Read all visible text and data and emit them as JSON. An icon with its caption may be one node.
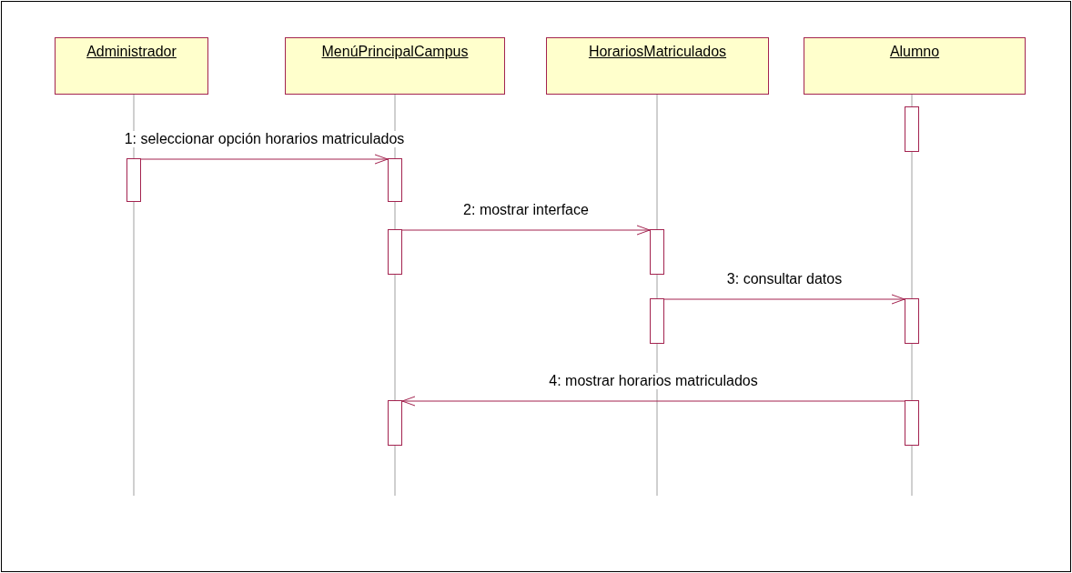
{
  "diagram": {
    "nodes": [
      {
        "text": [
          "Administrador"
        ]
      },
      {
        "text": [
          "MenúPrincipalCampus"
        ]
      },
      {
        "text": [
          "HorariosMatriculados"
        ]
      },
      {
        "text": [
          "Alumno"
        ]
      },
      {
        "text": [],
        "shape": "bar"
      },
      {
        "text": [],
        "shape": "bar"
      },
      {
        "text": [],
        "shape": "bar"
      },
      {
        "text": [],
        "shape": "bar"
      },
      {
        "text": [],
        "shape": "bar"
      },
      {
        "text": [],
        "shape": "bar"
      },
      {
        "text": [],
        "shape": "bar"
      },
      {
        "text": [],
        "shape": "bar"
      },
      {
        "text": [],
        "shape": "bar"
      }
    ],
    "edges": [
      {
        "from": 5,
        "to": 6,
        "arrow": "to",
        "label": "1: seleccionar opción horarios matriculados"
      },
      {
        "from": 7,
        "to": 8,
        "arrow": "to",
        "label": "2: mostrar interface"
      },
      {
        "from": 9,
        "to": 10,
        "arrow": "to",
        "label": "3: consultar datos"
      },
      {
        "from": 12,
        "to": 11,
        "arrow": "to",
        "label": "4: mostrar horarios matriculados"
      }
    ]
  }
}
